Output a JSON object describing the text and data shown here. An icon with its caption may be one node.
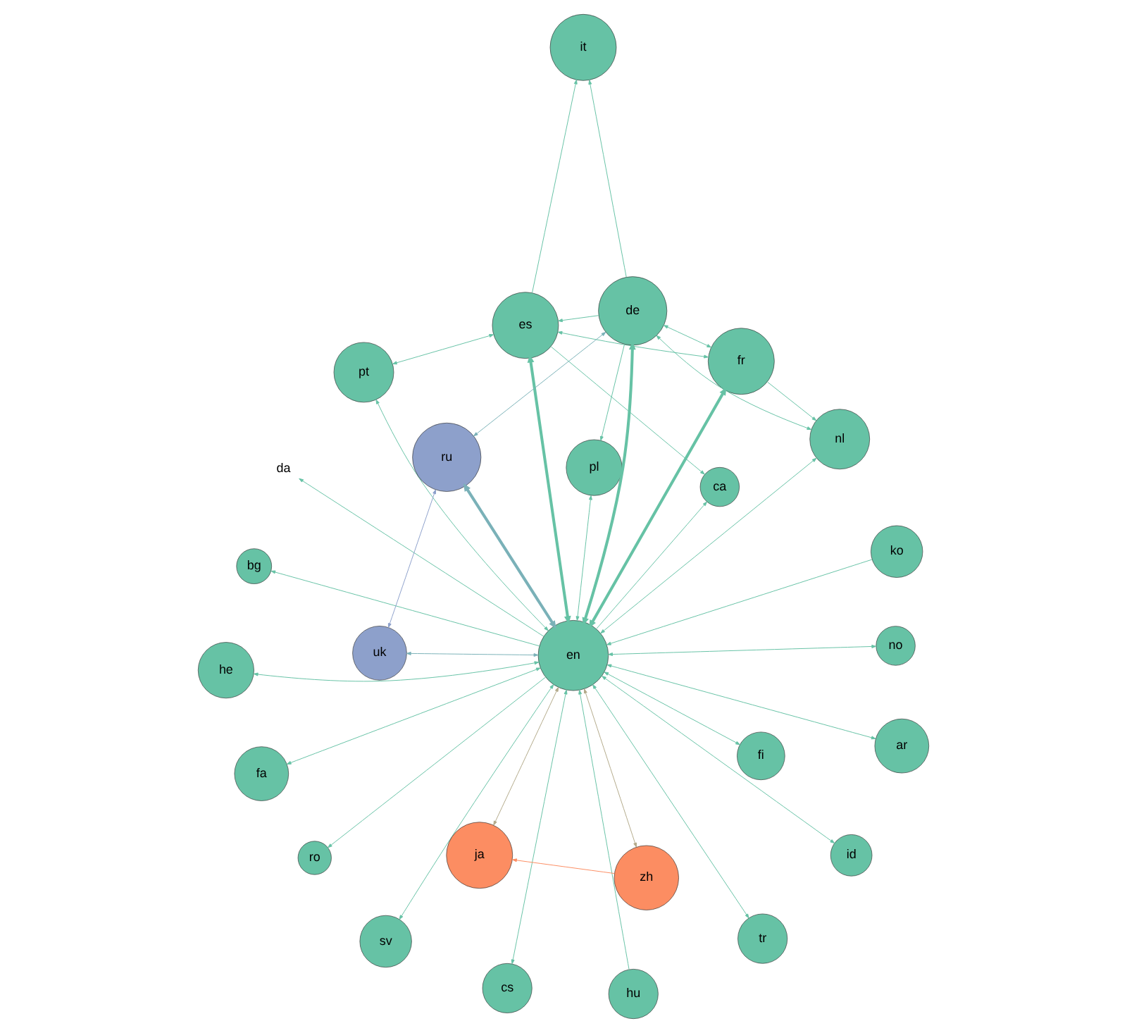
{
  "diagram": {
    "nodes": [
      {
        "text": [
          "pt"
        ]
      },
      {
        "text": [
          "hu"
        ]
      },
      {
        "text": [
          "ca"
        ]
      },
      {
        "text": [
          "es"
        ]
      },
      {
        "text": [
          "ro"
        ]
      },
      {
        "text": [
          "no"
        ]
      },
      {
        "text": [
          "fr"
        ]
      },
      {
        "text": [
          "pl"
        ]
      },
      {
        "text": [
          "sv"
        ]
      },
      {
        "text": [
          "fi"
        ]
      },
      {
        "text": [
          "ko"
        ]
      },
      {
        "text": [
          "it"
        ]
      },
      {
        "text": [
          "he"
        ]
      },
      {
        "text": [
          "en"
        ]
      },
      {
        "text": [
          "da"
        ]
      },
      {
        "text": [
          "de"
        ]
      },
      {
        "text": [
          "ja"
        ]
      },
      {
        "text": [
          "bg"
        ]
      },
      {
        "text": [
          "nl"
        ]
      },
      {
        "text": [
          "ar"
        ]
      },
      {
        "text": [
          "tr"
        ]
      },
      {
        "text": [
          "id"
        ]
      },
      {
        "text": [
          "zh"
        ]
      },
      {
        "text": [
          "uk"
        ]
      },
      {
        "text": [
          "fa"
        ]
      },
      {
        "text": [
          "ru"
        ]
      },
      {
        "text": [
          "cs"
        ]
      }
    ],
    "edges": [
      {
        "from": 3,
        "to": 0,
        "arrow": "both"
      },
      {
        "from": 3,
        "to": 2,
        "arrow": "to"
      },
      {
        "from": 3,
        "to": 6,
        "arrow": "both"
      },
      {
        "from": 3,
        "to": 11,
        "arrow": "to"
      },
      {
        "from": 3,
        "to": 13,
        "arrow": "both",
        "style": "thick"
      },
      {
        "from": 7,
        "to": 13,
        "arrow": "both"
      },
      {
        "from": 1,
        "to": 13,
        "arrow": "to"
      },
      {
        "from": 15,
        "to": 7,
        "arrow": "to"
      },
      {
        "from": 15,
        "to": 11,
        "arrow": "to"
      },
      {
        "from": 6,
        "to": 13,
        "arrow": "both",
        "style": "thick"
      },
      {
        "from": 6,
        "to": 15,
        "arrow": "both"
      },
      {
        "from": 6,
        "to": 18,
        "arrow": "to"
      },
      {
        "from": 15,
        "to": 3,
        "arrow": "to"
      },
      {
        "from": 15,
        "to": 13,
        "arrow": "both",
        "style": "thick"
      },
      {
        "from": 15,
        "to": 18,
        "arrow": "both"
      },
      {
        "from": 15,
        "to": 25,
        "arrow": "both",
        "color": "#7ab1b8"
      },
      {
        "from": 18,
        "to": 13,
        "arrow": "both"
      },
      {
        "from": 13,
        "to": 23,
        "arrow": "both",
        "color": "#7ab1b8"
      },
      {
        "from": 25,
        "to": 13,
        "arrow": "both",
        "style": "thick",
        "color": "#7ab1b8"
      },
      {
        "from": 23,
        "to": 25,
        "arrow": "both",
        "color": "#8da0cb"
      },
      {
        "from": 13,
        "to": 20,
        "arrow": "both"
      },
      {
        "from": 13,
        "to": 26,
        "arrow": "both"
      },
      {
        "from": 13,
        "to": 21,
        "arrow": "both"
      },
      {
        "from": 13,
        "to": 24,
        "arrow": "both"
      },
      {
        "from": 13,
        "to": 19,
        "arrow": "both"
      },
      {
        "from": 13,
        "to": 17,
        "arrow": "to"
      },
      {
        "from": 13,
        "to": 16,
        "arrow": "both",
        "color": "#b3a98a"
      },
      {
        "from": 13,
        "to": 22,
        "arrow": "both",
        "color": "#b3a98a"
      },
      {
        "from": 22,
        "to": 16,
        "arrow": "to",
        "color": "#fc8d62"
      },
      {
        "from": 13,
        "to": 14,
        "arrow": "to"
      },
      {
        "from": 13,
        "to": 12,
        "arrow": "both"
      },
      {
        "from": 10,
        "to": 13,
        "arrow": "to"
      },
      {
        "from": 13,
        "to": 8,
        "arrow": "both"
      },
      {
        "from": 13,
        "to": 9,
        "arrow": "both"
      },
      {
        "from": 13,
        "to": 4,
        "arrow": "to"
      },
      {
        "from": 13,
        "to": 2,
        "arrow": "to"
      },
      {
        "from": 13,
        "to": 5,
        "arrow": "both"
      },
      {
        "from": 13,
        "to": 0,
        "arrow": "both"
      }
    ]
  }
}
